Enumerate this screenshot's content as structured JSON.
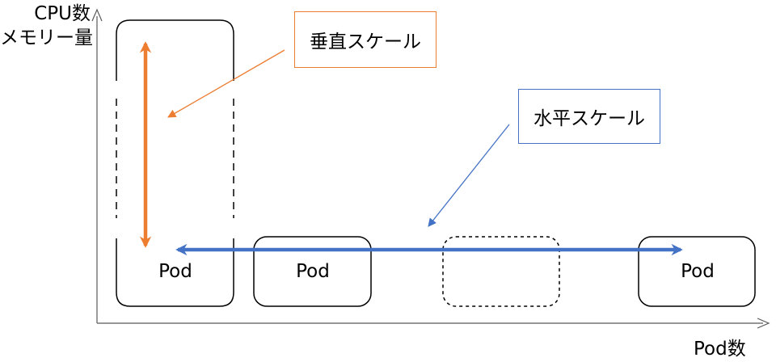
{
  "axes": {
    "y_label_line1": "CPU数",
    "y_label_line2": "メモリー量",
    "x_label": "Pod数"
  },
  "pods": [
    {
      "label": "Pod"
    },
    {
      "label": "Pod"
    },
    {
      "label": ""
    },
    {
      "label": "Pod"
    }
  ],
  "callouts": {
    "vertical_scale": "垂直スケール",
    "horizontal_scale": "水平スケール"
  },
  "colors": {
    "vertical_accent": "#ED7D31",
    "horizontal_accent": "#4472C4",
    "axis": "#595959",
    "box_border": "#000000"
  }
}
